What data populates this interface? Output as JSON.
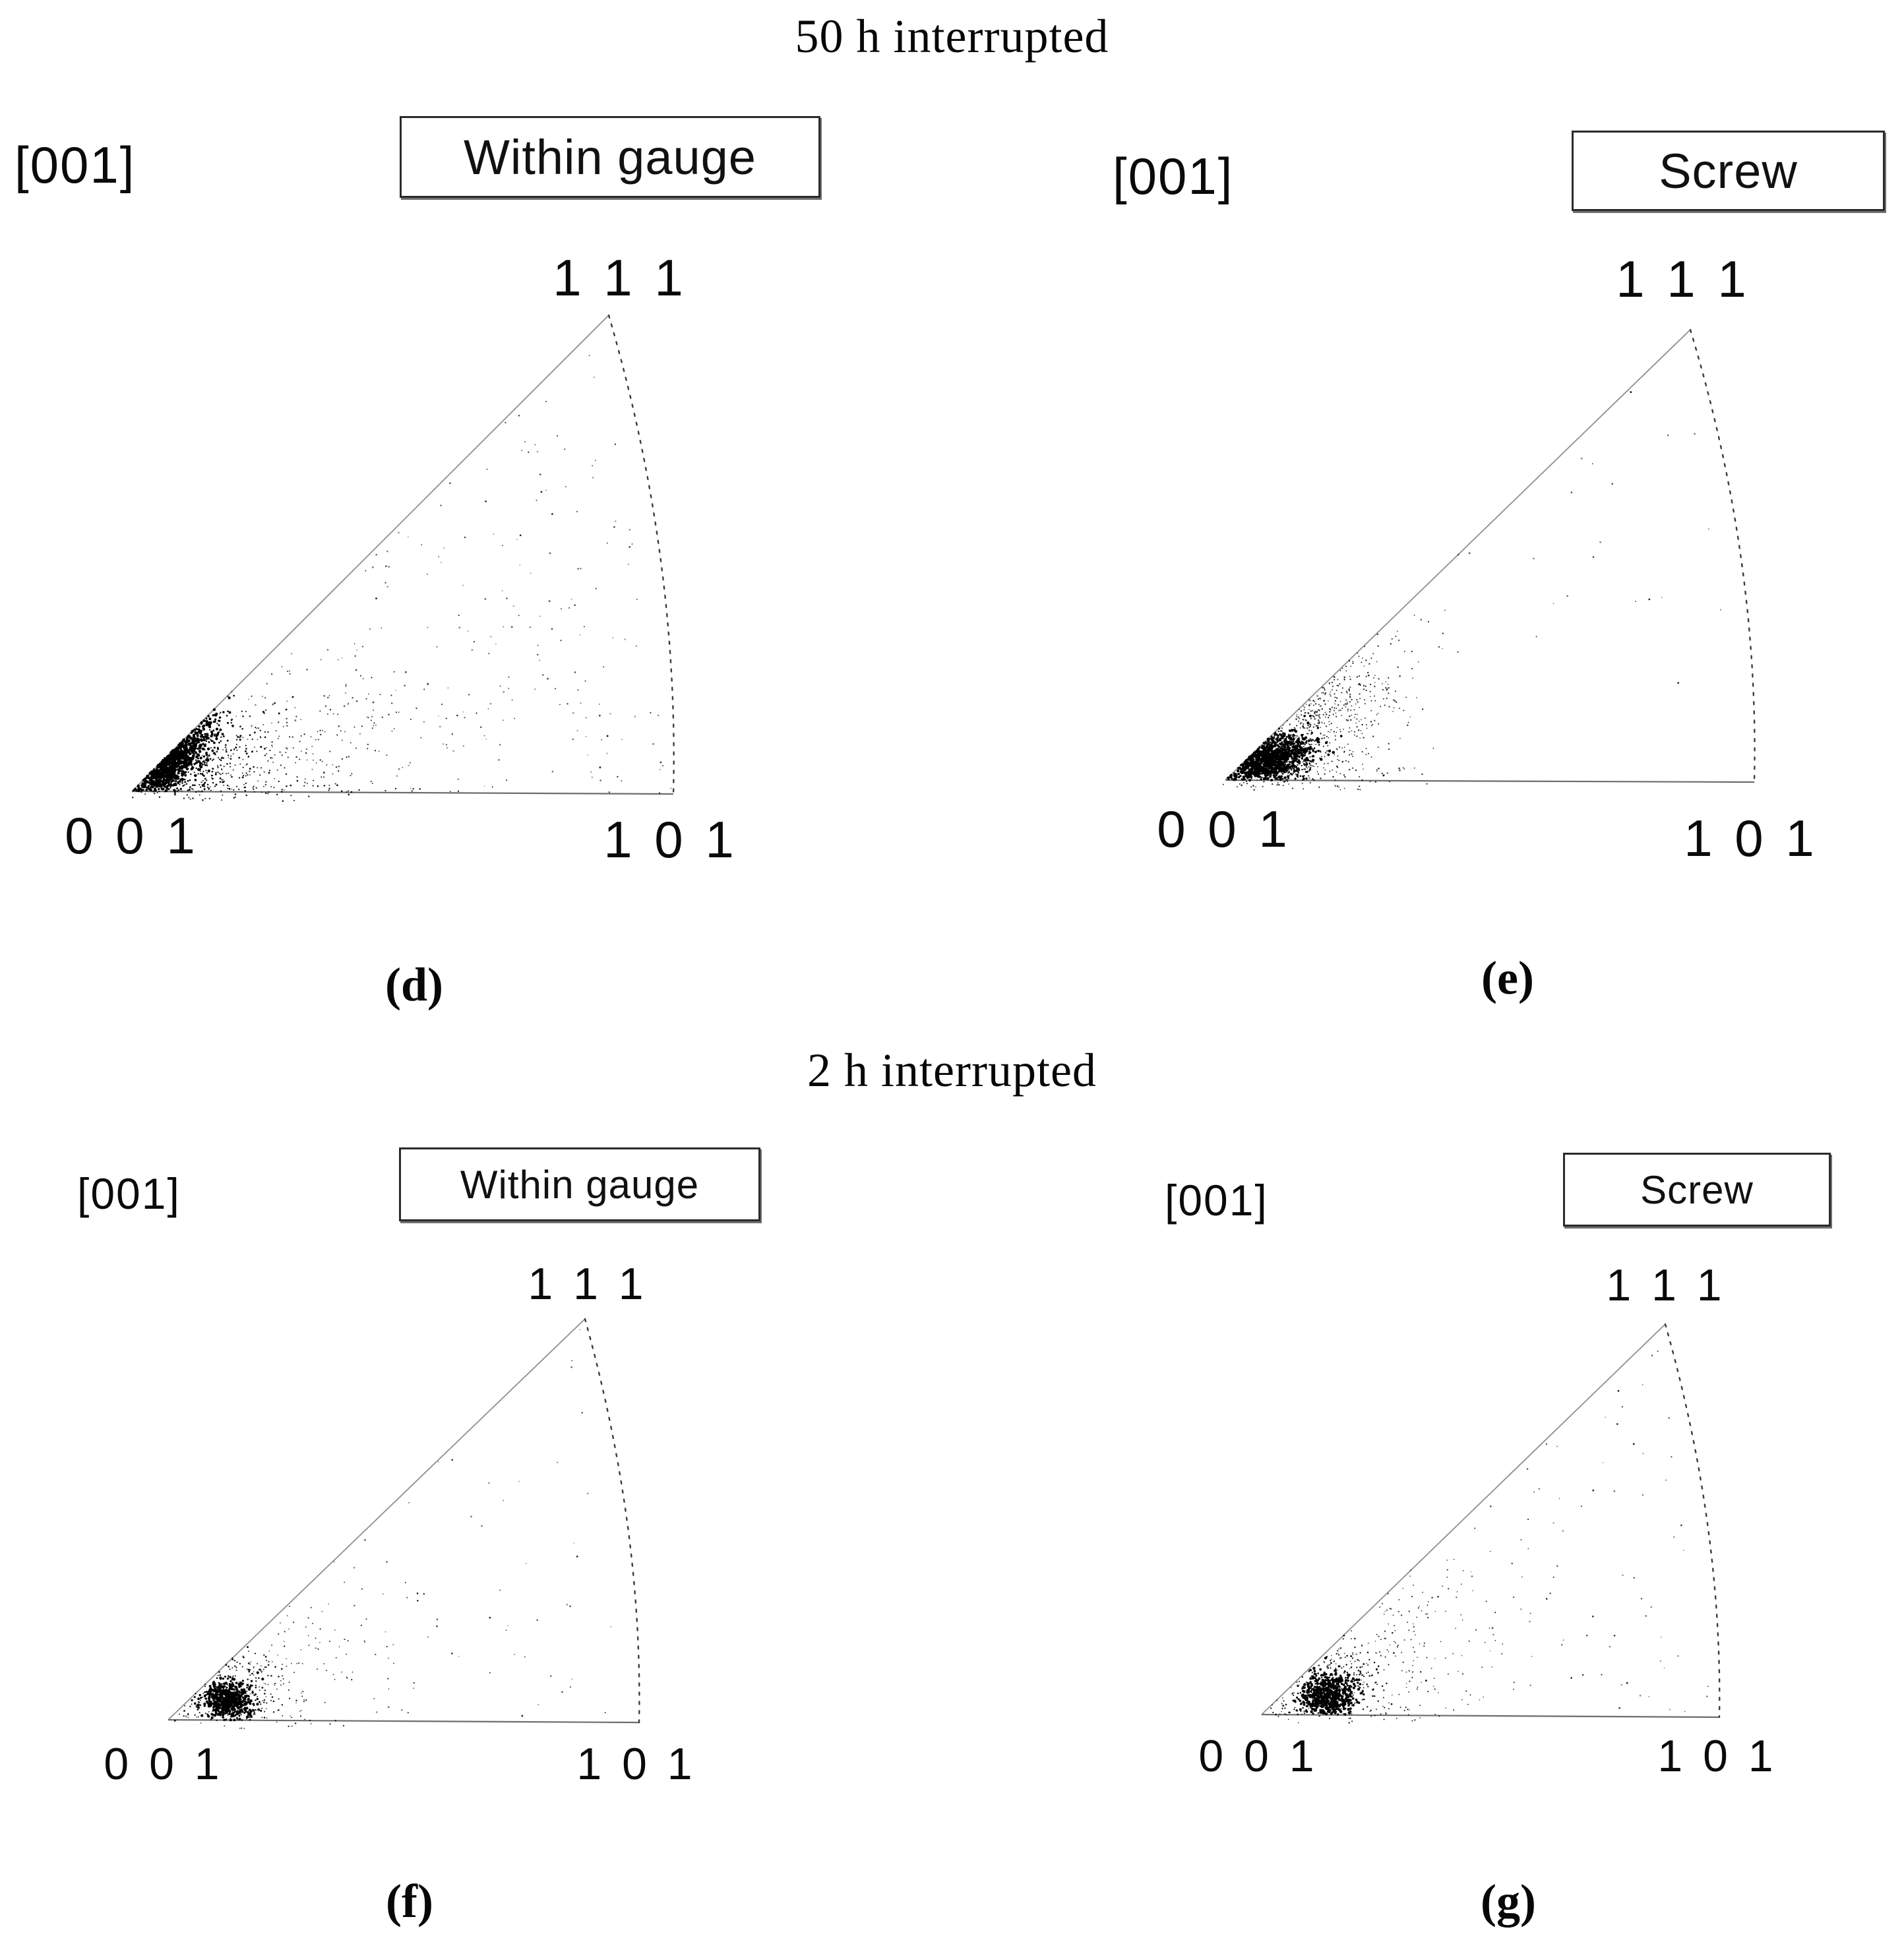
{
  "titles": {
    "row1": "50 h interrupted",
    "row2": "2 h interrupted"
  },
  "panels": [
    {
      "id": "d",
      "caption": "(d)",
      "condition": "50 h interrupted",
      "axis_label": "[001]",
      "box_label": "Within gauge",
      "corner_top": "1 1 1",
      "corner_bottom_left": "0 0 1",
      "corner_bottom_right": "1 0 1"
    },
    {
      "id": "e",
      "caption": "(e)",
      "condition": "50 h interrupted",
      "axis_label": "[001]",
      "box_label": "Screw",
      "corner_top": "1 1 1",
      "corner_bottom_left": "0 0 1",
      "corner_bottom_right": "1 0 1"
    },
    {
      "id": "f",
      "caption": "(f)",
      "condition": "2 h interrupted",
      "axis_label": "[001]",
      "box_label": "Within gauge",
      "corner_top": "1 1 1",
      "corner_bottom_left": "0 0 1",
      "corner_bottom_right": "1 0 1"
    },
    {
      "id": "g",
      "caption": "(g)",
      "condition": "2 h interrupted",
      "axis_label": "[001]",
      "box_label": "Screw",
      "corner_top": "1 1 1",
      "corner_bottom_left": "0 0 1",
      "corner_bottom_right": "1 0 1"
    }
  ],
  "chart_data": [
    {
      "type": "scatter",
      "panel": "d",
      "title": "Within gauge",
      "condition": "50 h interrupted",
      "plot": "inverse pole figure, [001] stereographic triangle",
      "vertices": [
        "0 0 1",
        "1 0 1",
        "1 1 1"
      ],
      "concentration": "strong dense cluster hugging the 001 corner, elongated along the 001-111 edge; light uniform speckle over the whole triangle",
      "clusters": [
        {
          "u": 0.068,
          "v": 0.064,
          "sx": 0.047,
          "sy": 0.022,
          "angle": -48,
          "count": 950,
          "r": 1.8,
          "o": 1
        },
        {
          "u": 0.125,
          "v": 0.055,
          "sx": 0.068,
          "sy": 0.042,
          "angle": -30,
          "count": 260,
          "r": 1.25,
          "o": 0.95
        },
        {
          "u": 0.27,
          "v": 0.09,
          "sx": 0.185,
          "sy": 0.055,
          "angle": -15,
          "count": 210,
          "r": 1.0,
          "o": 0.8
        },
        {
          "u": 0.16,
          "v": 0.006,
          "sx": 0.14,
          "sy": 0.018,
          "angle": 0,
          "count": 130,
          "r": 1.1,
          "o": 0.9,
          "below": true
        }
      ],
      "uniform_background_count": 230
    },
    {
      "type": "scatter",
      "panel": "e",
      "title": "Screw",
      "condition": "50 h interrupted",
      "plot": "inverse pole figure, [001] stereographic triangle",
      "vertices": [
        "0 0 1",
        "1 0 1",
        "1 1 1"
      ],
      "concentration": "very dense compact blob at 001 corner with a broad comet-like fan of points spreading up along the 001-111 edge; nearly empty interior",
      "clusters": [
        {
          "u": 0.077,
          "v": 0.046,
          "sx": 0.04,
          "sy": 0.024,
          "angle": -15,
          "count": 1000,
          "r": 1.8,
          "o": 1
        },
        {
          "u": 0.115,
          "v": 0.055,
          "sx": 0.03,
          "sy": 0.026,
          "angle": -35,
          "count": 260,
          "r": 1.3,
          "o": 0.95
        },
        {
          "u": 0.16,
          "v": 0.13,
          "sx": 0.105,
          "sy": 0.075,
          "angle": -42,
          "count": 540,
          "r": 1.0,
          "o": 0.8
        },
        {
          "u": 0.13,
          "v": 0.005,
          "sx": 0.115,
          "sy": 0.015,
          "angle": 0,
          "count": 110,
          "r": 1.05,
          "o": 0.85,
          "below": true
        }
      ],
      "uniform_background_count": 28
    },
    {
      "type": "scatter",
      "panel": "f",
      "title": "Within gauge",
      "condition": "2 h interrupted",
      "plot": "inverse pole figure, [001] stereographic triangle",
      "vertices": [
        "0 0 1",
        "1 0 1",
        "1 1 1"
      ],
      "concentration": "compact round dense blob slightly inside the 001 corner with radial halo; sparse interior",
      "clusters": [
        {
          "u": 0.126,
          "v": 0.051,
          "sx": 0.026,
          "sy": 0.023,
          "angle": 0,
          "count": 560,
          "r": 1.8,
          "o": 1
        },
        {
          "u": 0.13,
          "v": 0.06,
          "sx": 0.062,
          "sy": 0.057,
          "angle": -20,
          "count": 210,
          "r": 1.15,
          "o": 0.9
        },
        {
          "u": 0.23,
          "v": 0.12,
          "sx": 0.135,
          "sy": 0.1,
          "angle": -25,
          "count": 120,
          "r": 0.95,
          "o": 0.75
        },
        {
          "u": 0.15,
          "v": 0.006,
          "sx": 0.1,
          "sy": 0.014,
          "angle": 0,
          "count": 50,
          "r": 1.0,
          "o": 0.85,
          "below": true
        }
      ],
      "uniform_background_count": 60
    },
    {
      "type": "scatter",
      "panel": "g",
      "title": "Screw",
      "condition": "2 h interrupted",
      "plot": "inverse pole figure, [001] stereographic triangle",
      "vertices": [
        "0 0 1",
        "1 0 1",
        "1 1 1"
      ],
      "concentration": "compact dense blob near the 001 corner with halo and fan of sparse points toward triangle interior",
      "clusters": [
        {
          "u": 0.142,
          "v": 0.048,
          "sx": 0.029,
          "sy": 0.027,
          "angle": -10,
          "count": 600,
          "r": 1.8,
          "o": 1
        },
        {
          "u": 0.15,
          "v": 0.06,
          "sx": 0.068,
          "sy": 0.062,
          "angle": -20,
          "count": 240,
          "r": 1.15,
          "o": 0.9
        },
        {
          "u": 0.26,
          "v": 0.145,
          "sx": 0.16,
          "sy": 0.115,
          "angle": -30,
          "count": 190,
          "r": 0.95,
          "o": 0.75
        },
        {
          "u": 0.16,
          "v": 0.006,
          "sx": 0.11,
          "sy": 0.014,
          "angle": 0,
          "count": 50,
          "r": 1.0,
          "o": 0.85,
          "below": true
        }
      ],
      "uniform_background_count": 95
    }
  ]
}
